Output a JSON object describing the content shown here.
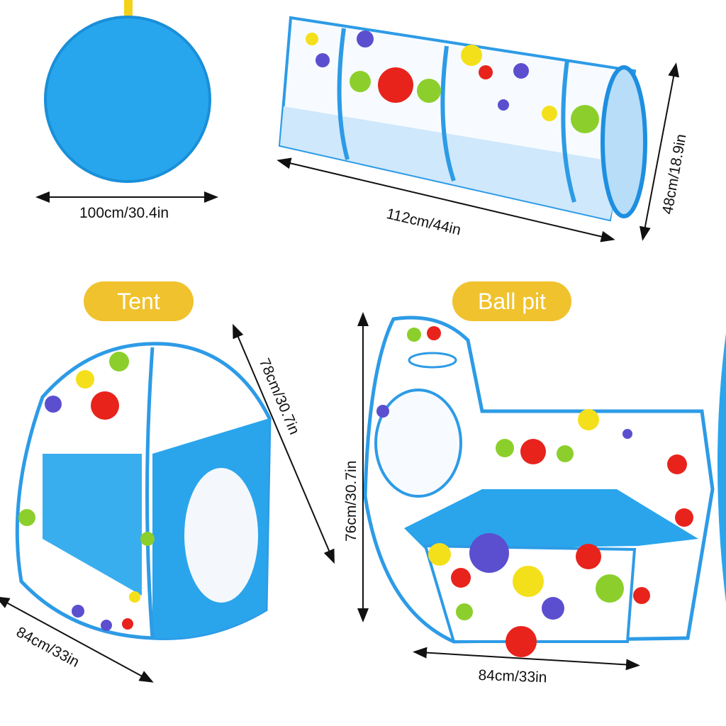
{
  "labels": {
    "tent": "Tent",
    "ball_pit": "Ball pit"
  },
  "dimensions": {
    "bag_width": "100cm/30.4in",
    "tunnel_length": "112cm/44in",
    "tunnel_diameter": "48cm/18.9in",
    "tent_height": "78cm/30.7in",
    "tent_width": "84cm/33in",
    "pit_height": "76cm/30.7in",
    "pit_width": "84cm/33in"
  },
  "colors": {
    "blue": "#1e9be6",
    "light_blue": "#4ab3f0",
    "pill": "#f0c22e",
    "red": "#e8231c",
    "yellow": "#f4e01a",
    "green": "#8ccf2c",
    "purple": "#5b4fcf"
  }
}
